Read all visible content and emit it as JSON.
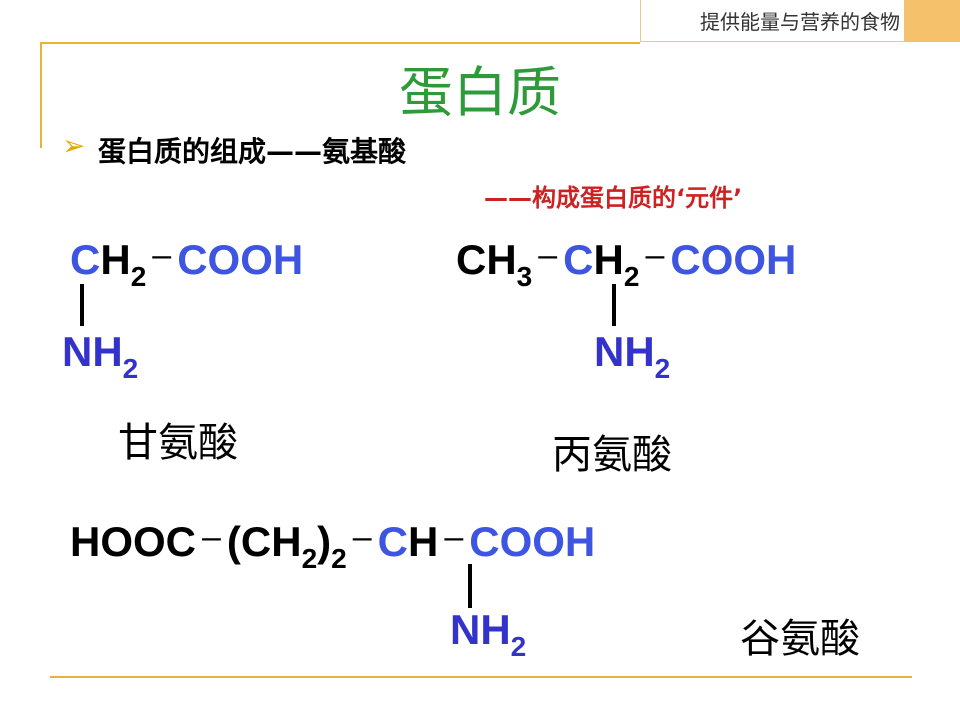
{
  "header": {
    "label": "提供能量与营养的食物",
    "accent_color": "#f5c26b",
    "line_color": "#e8b33a"
  },
  "title": "蛋白质",
  "subtitle": {
    "bullet": "➢",
    "text": "蛋白质的组成——氨基酸"
  },
  "note": "——构成蛋白质的‘元件’",
  "glycine": {
    "c": "C",
    "h2": "H",
    "h2_sub": "2",
    "dash": "–",
    "cooh": "COOH",
    "nh": "NH",
    "nh_sub": "2",
    "name": "甘氨酸"
  },
  "alanine": {
    "ch3": "CH",
    "ch3_sub": "3",
    "dash1": "–",
    "c": "C",
    "h2": "H",
    "h2_sub": "2",
    "dash2": "–",
    "cooh": "COOH",
    "nh": "NH",
    "nh_sub": "2",
    "name": "丙氨酸"
  },
  "glutamic": {
    "hooc": "HOOC",
    "dash1": "–",
    "paren_open": "(CH",
    "paren_sub": "2",
    "paren_close": ")",
    "paren_sub2": "2",
    "dash2": "–",
    "c": "C",
    "h": "H",
    "dash3": "–",
    "cooh": "COOH",
    "nh": "NH",
    "nh_sub": "2",
    "name": "谷氨酸"
  },
  "colors": {
    "title": "#2e9a3a",
    "note": "#cc2222",
    "formula_blue": "#3333cc",
    "bullet": "#e6a700"
  }
}
